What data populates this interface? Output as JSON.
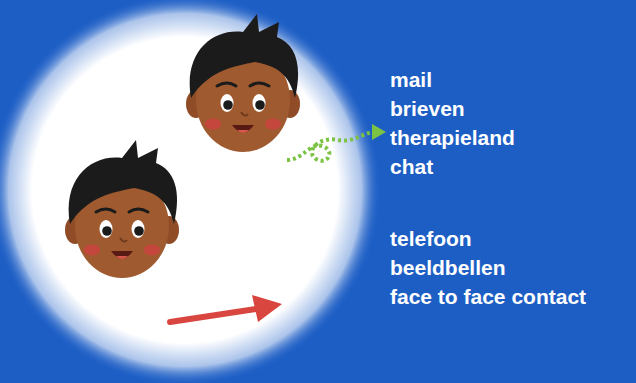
{
  "diagram": {
    "labels": [
      "mail",
      "brieven",
      "therapieland",
      "chat",
      "telefoon",
      "beeldbellen",
      "face to face contact"
    ]
  }
}
